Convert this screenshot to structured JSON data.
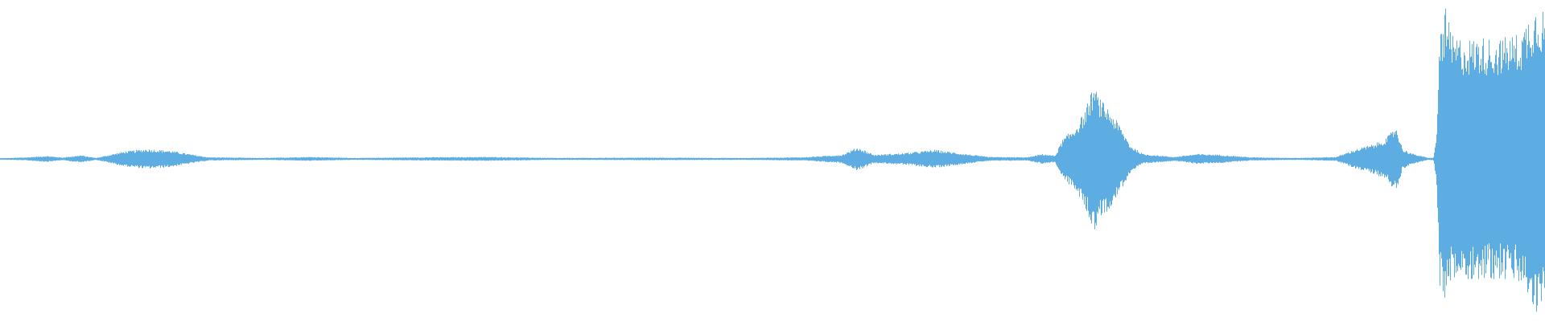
{
  "waveform": {
    "color": "#5dade2",
    "background": "#ffffff",
    "amplitude_envelope": [
      [
        0.0,
        0.004
      ],
      [
        0.018,
        0.01
      ],
      [
        0.03,
        0.018
      ],
      [
        0.04,
        0.008
      ],
      [
        0.052,
        0.022
      ],
      [
        0.062,
        0.006
      ],
      [
        0.08,
        0.045
      ],
      [
        0.095,
        0.06
      ],
      [
        0.11,
        0.05
      ],
      [
        0.125,
        0.025
      ],
      [
        0.135,
        0.01
      ],
      [
        0.17,
        0.006
      ],
      [
        0.2,
        0.012
      ],
      [
        0.23,
        0.006
      ],
      [
        0.275,
        0.01
      ],
      [
        0.315,
        0.012
      ],
      [
        0.36,
        0.006
      ],
      [
        0.42,
        0.008
      ],
      [
        0.48,
        0.006
      ],
      [
        0.52,
        0.01
      ],
      [
        0.545,
        0.025
      ],
      [
        0.555,
        0.07
      ],
      [
        0.566,
        0.025
      ],
      [
        0.585,
        0.035
      ],
      [
        0.605,
        0.055
      ],
      [
        0.625,
        0.03
      ],
      [
        0.64,
        0.012
      ],
      [
        0.665,
        0.01
      ],
      [
        0.675,
        0.03
      ],
      [
        0.683,
        0.02
      ],
      [
        0.688,
        0.12
      ],
      [
        0.695,
        0.18
      ],
      [
        0.702,
        0.28
      ],
      [
        0.708,
        0.44
      ],
      [
        0.712,
        0.36
      ],
      [
        0.718,
        0.3
      ],
      [
        0.725,
        0.2
      ],
      [
        0.732,
        0.08
      ],
      [
        0.74,
        0.03
      ],
      [
        0.76,
        0.012
      ],
      [
        0.775,
        0.03
      ],
      [
        0.79,
        0.025
      ],
      [
        0.81,
        0.01
      ],
      [
        0.84,
        0.006
      ],
      [
        0.865,
        0.012
      ],
      [
        0.878,
        0.06
      ],
      [
        0.89,
        0.09
      ],
      [
        0.898,
        0.13
      ],
      [
        0.904,
        0.2
      ],
      [
        0.908,
        0.06
      ],
      [
        0.915,
        0.03
      ],
      [
        0.925,
        0.006
      ],
      [
        0.928,
        0.008
      ],
      [
        0.93,
        0.12
      ],
      [
        0.932,
        0.76
      ],
      [
        0.936,
        0.9
      ],
      [
        0.94,
        0.74
      ],
      [
        0.95,
        0.72
      ],
      [
        0.96,
        0.73
      ],
      [
        0.97,
        0.72
      ],
      [
        0.978,
        0.74
      ],
      [
        0.985,
        0.76
      ],
      [
        0.99,
        0.87
      ],
      [
        0.995,
        0.93
      ],
      [
        1.0,
        0.9
      ]
    ]
  }
}
